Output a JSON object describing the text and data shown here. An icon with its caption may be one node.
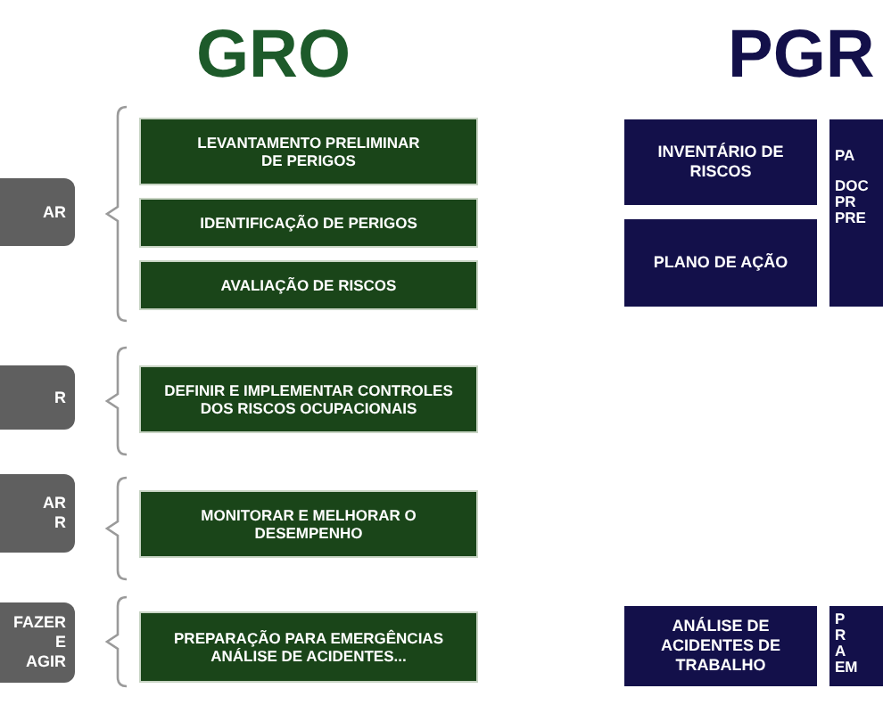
{
  "diagram": {
    "title": "GRO",
    "nodes": [
      {
        "text": [
          "AR"
        ]
      },
      {
        "text": [
          "R"
        ]
      },
      {
        "text": [
          "AR R"
        ]
      },
      {
        "text": [
          "FAZER E AGIR"
        ]
      },
      {
        "text": [
          "LEVANTAMENTO PRELIMINAR DE PERIGOS"
        ]
      },
      {
        "text": [
          "IDENTIFICAÇÃO DE PERIGOS"
        ]
      },
      {
        "text": [
          "AVALIAÇÃO DE RISCOS"
        ]
      },
      {
        "text": [
          "DEFINIR E IMPLEMENTAR CONTROLES DOS RISCOS OCUPACIONAIS"
        ]
      },
      {
        "text": [
          "MONITORAR E MELHORAR O DESEMPENHO"
        ]
      },
      {
        "text": [
          "PREPARAÇÃO PARA EMERGÊNCIAS ANÁLISE DE ACIDENTES..."
        ]
      },
      {
        "text": [
          "INVENTÁRIO DE RISCOS"
        ]
      },
      {
        "text": [
          "PA",
          "DOC PR PRE"
        ]
      },
      {
        "text": [
          "PLANO DE AÇÃO"
        ]
      },
      {
        "text": [
          "ANÁLISE DE ACIDENTES DE TRABALHO"
        ]
      },
      {
        "text": [
          "P R A EM"
        ]
      }
    ],
    "labels": [
      "PGR"
    ]
  }
}
